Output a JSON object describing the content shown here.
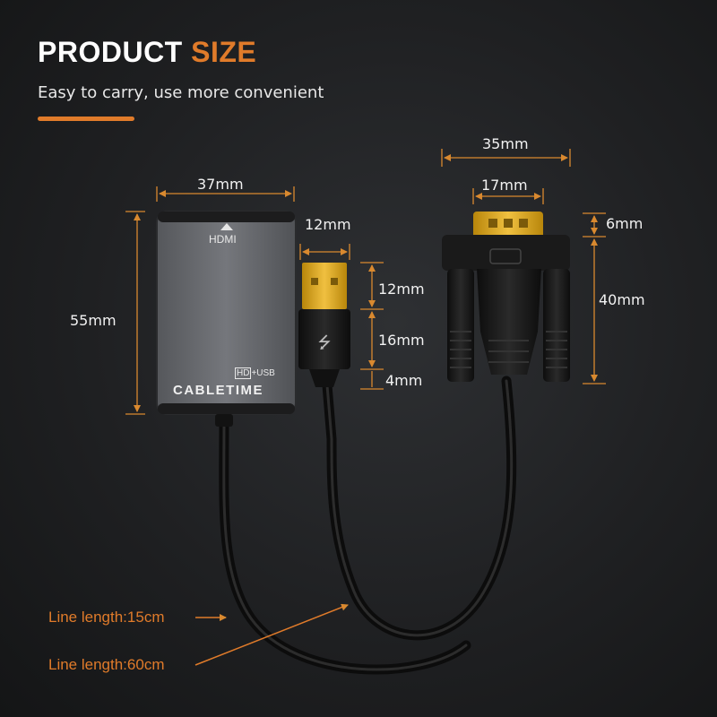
{
  "header": {
    "title_part1": "PRODUCT",
    "title_part2": "SIZE",
    "subtitle": "Easy to carry, use more convenient"
  },
  "adapter": {
    "port_label": "HDMI",
    "badge_hd": "HD",
    "badge_usb": "+USB",
    "brand": "CABLETIME"
  },
  "dimensions": {
    "adapter_width": "37mm",
    "adapter_height": "55mm",
    "usb_width": "12mm",
    "usb_plug_length": "12mm",
    "usb_body_length": "16mm",
    "usb_neck_length": "4mm",
    "vga_width": "35mm",
    "vga_pin_width": "17mm",
    "vga_pin_height": "6mm",
    "vga_height": "40mm"
  },
  "cables": {
    "short_line": "Line length:15cm",
    "long_line": "Line length:60cm"
  },
  "colors": {
    "accent": "#e07b2a",
    "dimension_line": "#d9892f",
    "metal": "#6b6d72",
    "gold": "#d4a017"
  }
}
